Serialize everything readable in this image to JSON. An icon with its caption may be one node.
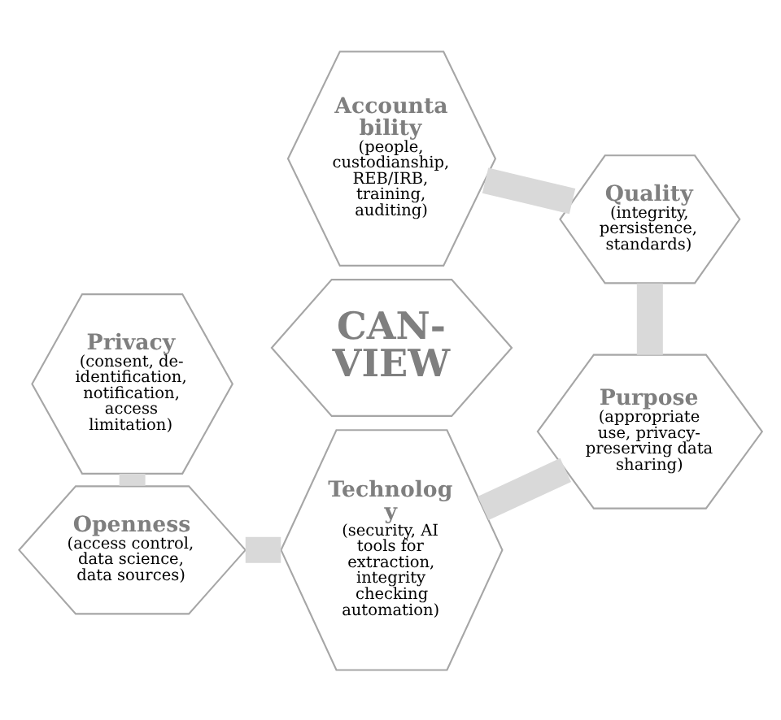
{
  "diagram": {
    "nodes": [
      {
        "text": [
          "Accounta bility",
          "(people, custodianship, REB/IRB, training, auditing)"
        ]
      },
      {
        "text": [
          "Privacy",
          "(consent, de- identification, notification, access limitation)"
        ]
      },
      {
        "text": [
          "Quality",
          "(integrity, persistence, standards)"
        ]
      },
      {
        "text": [
          "CAN- VIEW"
        ]
      },
      {
        "text": [
          "Openness",
          "(access control, data science, data sources)"
        ]
      },
      {
        "text": [
          "Purpose",
          "(appropriate use, privacy- preserving data sharing)"
        ]
      },
      {
        "text": [
          "Technolog y",
          "(security, AI tools for extraction, integrity checking automation)"
        ]
      }
    ],
    "edges": [
      {
        "from": 0,
        "to": 2,
        "arrow": "none"
      },
      {
        "from": 2,
        "to": 5,
        "arrow": "none"
      },
      {
        "from": 5,
        "to": 6,
        "arrow": "none"
      },
      {
        "from": 4,
        "to": 6,
        "arrow": "none"
      },
      {
        "from": 1,
        "to": 4,
        "arrow": "none"
      }
    ]
  }
}
